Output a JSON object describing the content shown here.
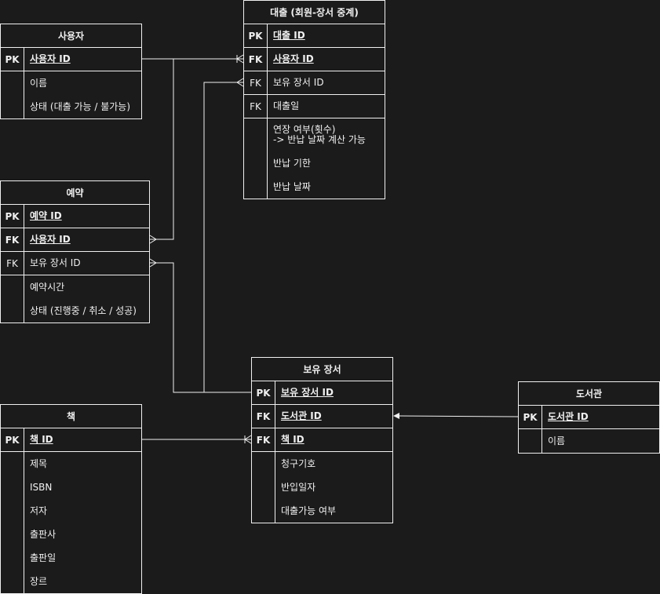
{
  "entities": {
    "user": {
      "title": "사용자",
      "rows": [
        {
          "key": "PK",
          "field": "사용자 ID"
        },
        {
          "key": "",
          "field": "이름"
        },
        {
          "key": "",
          "field": "상태 (대출 가능 / 불가능)"
        }
      ]
    },
    "loan": {
      "title": "대출 (회원-장서 중계)",
      "rows": [
        {
          "key": "PK",
          "field": "대출 ID"
        },
        {
          "key": "FK",
          "field": "사용자 ID"
        },
        {
          "key": "FK",
          "field": "보유 장서 ID"
        },
        {
          "key": "FK",
          "field": "대출일"
        },
        {
          "key": "",
          "field": "연장 여부(횟수)\n-> 반납 날짜 계산 가능"
        },
        {
          "key": "",
          "field": "반납 기한"
        },
        {
          "key": "",
          "field": "반납 날짜"
        }
      ]
    },
    "reservation": {
      "title": "예약",
      "rows": [
        {
          "key": "PK",
          "field": "예약 ID"
        },
        {
          "key": "FK",
          "field": "사용자 ID"
        },
        {
          "key": "FK",
          "field": "보유 장서 ID"
        },
        {
          "key": "",
          "field": "예약시간"
        },
        {
          "key": "",
          "field": "상태 (진행중 / 취소 / 성공)"
        }
      ]
    },
    "holding": {
      "title": "보유 장서",
      "rows": [
        {
          "key": "PK",
          "field": "보유 장서 ID"
        },
        {
          "key": "FK",
          "field": "도서관 ID"
        },
        {
          "key": "FK",
          "field": "책 ID"
        },
        {
          "key": "",
          "field": "청구기호"
        },
        {
          "key": "",
          "field": "반입일자"
        },
        {
          "key": "",
          "field": "대출가능 여부"
        }
      ]
    },
    "library": {
      "title": "도서관",
      "rows": [
        {
          "key": "PK",
          "field": "도서관 ID"
        },
        {
          "key": "",
          "field": "이름"
        }
      ]
    },
    "book": {
      "title": "책",
      "rows": [
        {
          "key": "PK",
          "field": "책 ID"
        },
        {
          "key": "",
          "field": "제목"
        },
        {
          "key": "",
          "field": "ISBN"
        },
        {
          "key": "",
          "field": "저자"
        },
        {
          "key": "",
          "field": "출판사"
        },
        {
          "key": "",
          "field": "출판일"
        },
        {
          "key": "",
          "field": "장르"
        }
      ]
    }
  },
  "colors": {
    "background": "#1b1b1b",
    "line": "#f0f0f0",
    "text": "#f0f0f0"
  }
}
